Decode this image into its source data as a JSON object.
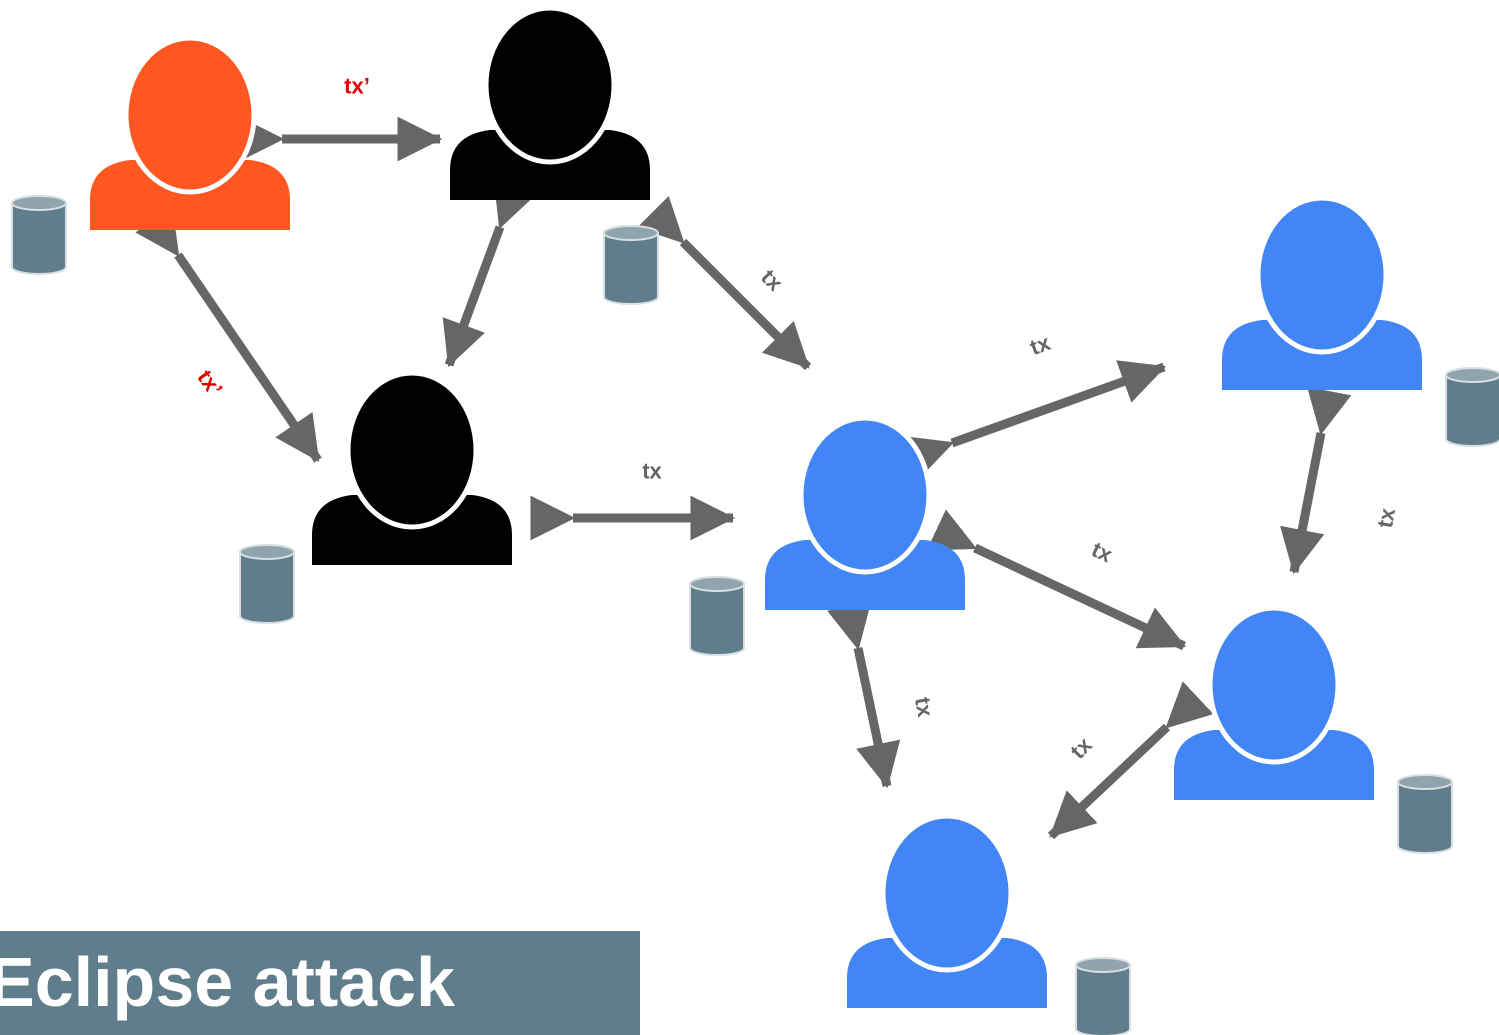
{
  "title": "Eclipse attack",
  "colors": {
    "attacker": "#ff5722",
    "eclipser": "#000000",
    "honest": "#4285f4",
    "database": "#607d8b",
    "arrow": "#666666",
    "malicious_label": "#e00000",
    "normal_label": "#666666",
    "banner": "#607d8b"
  },
  "nodes": [
    {
      "id": "attacker",
      "role": "attacker"
    },
    {
      "id": "eclipse-top",
      "role": "eclipser"
    },
    {
      "id": "eclipse-mid",
      "role": "eclipser"
    },
    {
      "id": "honest-center",
      "role": "honest"
    },
    {
      "id": "honest-topright",
      "role": "honest"
    },
    {
      "id": "honest-right",
      "role": "honest"
    },
    {
      "id": "honest-bottom",
      "role": "honest"
    }
  ],
  "edges": [
    {
      "from": "attacker",
      "to": "eclipse-top",
      "label": "tx’",
      "malicious": true
    },
    {
      "from": "attacker",
      "to": "eclipse-mid",
      "label": "tx’",
      "malicious": true
    },
    {
      "from": "eclipse-top",
      "to": "eclipse-mid",
      "label": "",
      "malicious": false
    },
    {
      "from": "eclipse-top",
      "to": "honest-center",
      "label": "tx",
      "malicious": false
    },
    {
      "from": "eclipse-mid",
      "to": "honest-center",
      "label": "tx",
      "malicious": false
    },
    {
      "from": "honest-center",
      "to": "honest-topright",
      "label": "tx",
      "malicious": false
    },
    {
      "from": "honest-center",
      "to": "honest-right",
      "label": "tx",
      "malicious": false
    },
    {
      "from": "honest-topright",
      "to": "honest-right",
      "label": "tx",
      "malicious": false
    },
    {
      "from": "honest-center",
      "to": "honest-bottom",
      "label": "tx",
      "malicious": false
    },
    {
      "from": "honest-right",
      "to": "honest-bottom",
      "label": "tx",
      "malicious": false
    }
  ]
}
